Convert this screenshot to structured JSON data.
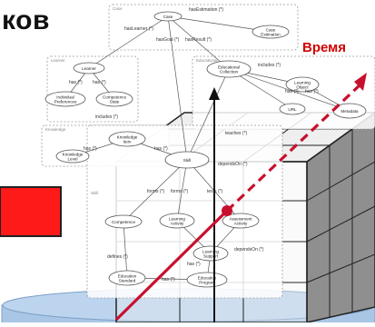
{
  "heading": "ков",
  "time_axis_label": "Время",
  "colors": {
    "red_block": "#ff1a1a",
    "time_arrow": "#c8102e",
    "cube_face": "#d8d8d8",
    "cube_side": "#9a9a9a",
    "cylinder": "#a9c6e6"
  },
  "ontology": {
    "nodes": [
      {
        "id": "case",
        "label": "Case"
      },
      {
        "id": "case-estimation",
        "label": "Case Estimation"
      },
      {
        "id": "learner",
        "label": "Learner"
      },
      {
        "id": "individual-preferences",
        "label": "Individual Preferences"
      },
      {
        "id": "competence-state",
        "label": "Competence State"
      },
      {
        "id": "educational-collection",
        "label": "Educational Collection"
      },
      {
        "id": "learning-object",
        "label": "Learning Object"
      },
      {
        "id": "url",
        "label": "URL"
      },
      {
        "id": "metadata",
        "label": "Metadata"
      },
      {
        "id": "knowledge-item",
        "label": "Knowledge Item"
      },
      {
        "id": "knowledge-level",
        "label": "Knowledge Level"
      },
      {
        "id": "skill",
        "label": "Skill"
      },
      {
        "id": "competence",
        "label": "Competence"
      },
      {
        "id": "learning-activity",
        "label": "Learning Activity"
      },
      {
        "id": "assessment-activity",
        "label": "Assessment Activity"
      },
      {
        "id": "learning-support",
        "label": "Learning Support"
      },
      {
        "id": "educational-standard",
        "label": "Education Standard"
      },
      {
        "id": "education-program",
        "label": "Education Program"
      }
    ],
    "edge_labels": [
      {
        "id": "has-estimation",
        "label": "hasEstimation (*)"
      },
      {
        "id": "has-learner",
        "label": "hasLearner (*)"
      },
      {
        "id": "has-goal",
        "label": "hasGoal (*)"
      },
      {
        "id": "has-result",
        "label": "hasResult (*)"
      },
      {
        "id": "has-1",
        "label": "has (*)"
      },
      {
        "id": "has-2",
        "label": "has (*)"
      },
      {
        "id": "includes-1",
        "label": "includes (*)"
      },
      {
        "id": "includes-2",
        "label": "includes (*)"
      },
      {
        "id": "has-3",
        "label": "has (*)"
      },
      {
        "id": "has-4",
        "label": "has (*)"
      },
      {
        "id": "teaches",
        "label": "teaches (*)"
      },
      {
        "id": "has-5",
        "label": "has (*)"
      },
      {
        "id": "has-6",
        "label": "has (*)"
      },
      {
        "id": "depends-on-1",
        "label": "dependsOn (*)"
      },
      {
        "id": "forms-1",
        "label": "forms (*)"
      },
      {
        "id": "forms-2",
        "label": "forms (*)"
      },
      {
        "id": "tests",
        "label": "tests (*)"
      },
      {
        "id": "depends-on-2",
        "label": "dependsOn (*)"
      },
      {
        "id": "defines",
        "label": "defines (*)"
      },
      {
        "id": "has-7",
        "label": "has (*)"
      },
      {
        "id": "has-8",
        "label": "has (*)"
      }
    ],
    "box_tags": [
      "Case",
      "Learner",
      "Educational",
      "Knowledge",
      "Skill"
    ]
  }
}
